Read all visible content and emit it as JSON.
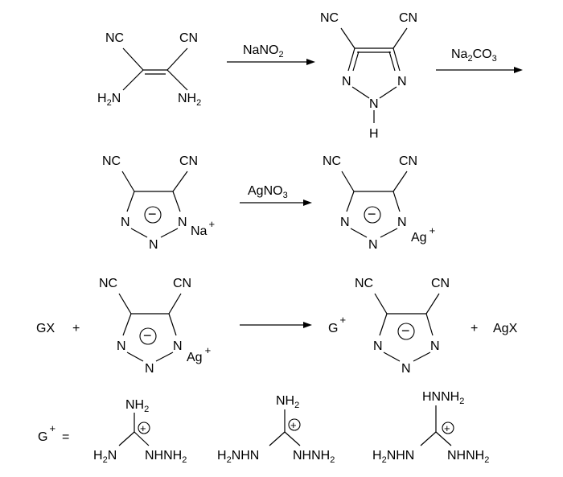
{
  "colors": {
    "ink": "#000000",
    "background": "#ffffff"
  },
  "reagents": {
    "nano2": {
      "main": "NaNO",
      "sub": "2"
    },
    "na2co3": {
      "a": "Na",
      "sub": "2",
      "b": "CO",
      "sub2": "3"
    },
    "agno3": {
      "main": "AgNO",
      "sub": "3"
    }
  },
  "labels": {
    "nc": "NC",
    "cn": "CN",
    "n": "N",
    "h": "H",
    "nh2_main": "NH",
    "nh2_sub": "2",
    "h2n_h": "H",
    "h2n_sub": "2",
    "h2n_n": "N",
    "h2nhn_tail": "NHN",
    "nhnh2_main": "NHNH",
    "nhnh2_sub": "2",
    "hnnh2_lead": "HNNH",
    "na": "Na",
    "ag": "Ag",
    "plus": "+",
    "minus": "−",
    "gx": "GX",
    "g": "G",
    "agx": "AgX",
    "equals": "="
  }
}
